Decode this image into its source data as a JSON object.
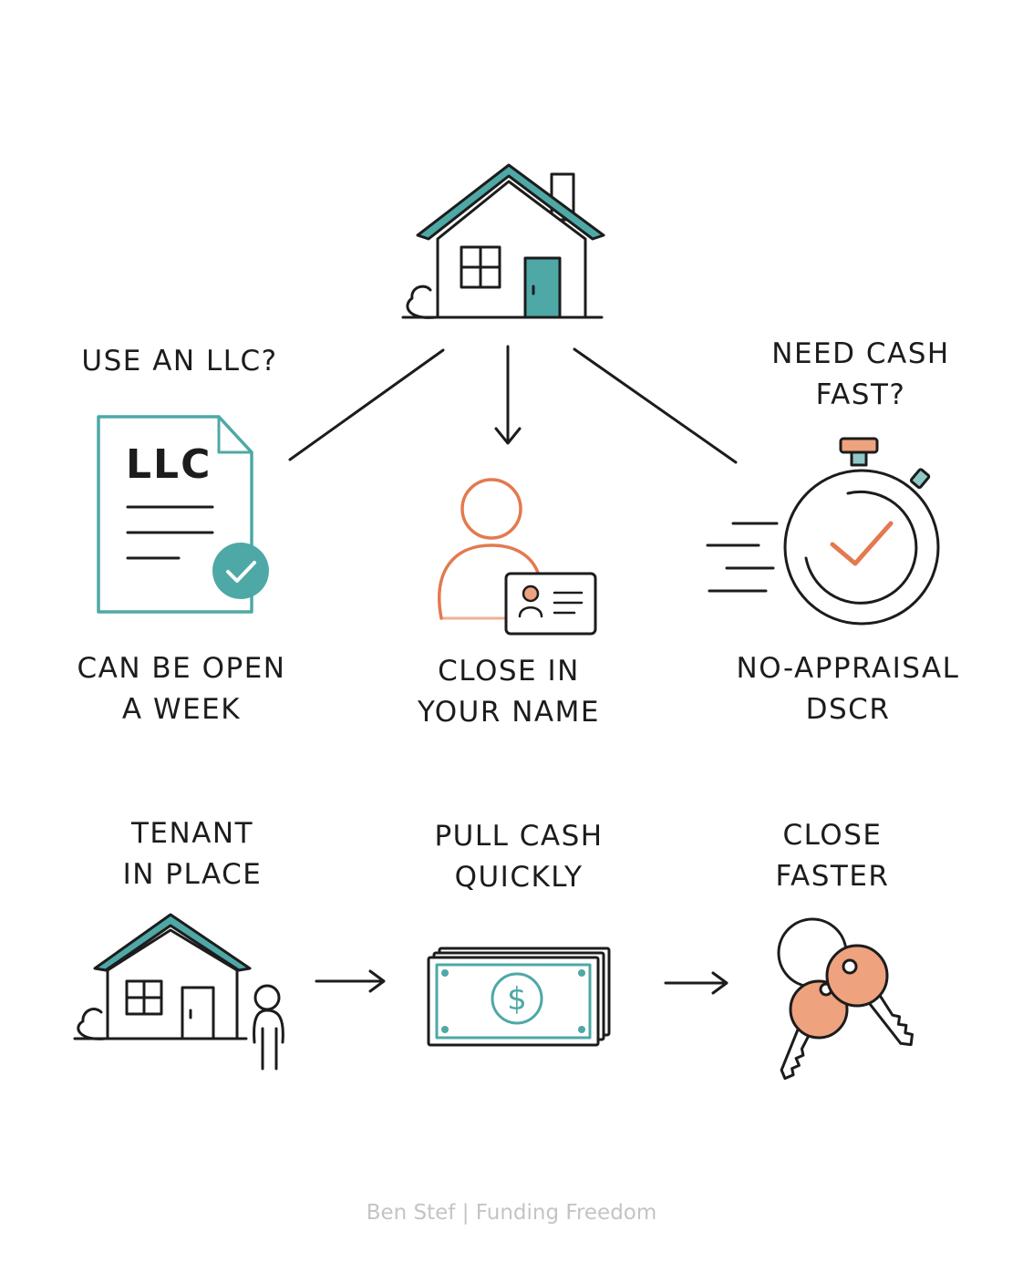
{
  "colors": {
    "teal": "#4ea8a6",
    "teal_light": "#8fc9c6",
    "orange": "#e4794f",
    "orange_fill": "#eea27e",
    "ink": "#1c1c1c",
    "footer_gray": "#c4c4c4"
  },
  "top_left_question": {
    "line1": "USE AN LLC?"
  },
  "top_right_question": {
    "line1": "NEED CASH",
    "line2": "FAST?"
  },
  "llc_doc": {
    "title": "LLC"
  },
  "options": [
    {
      "line1": "CAN BE OPEN",
      "line2": "A WEEK",
      "icon": "llc-document-icon"
    },
    {
      "line1": "CLOSE IN",
      "line2": "YOUR NAME",
      "icon": "person-id-card-icon"
    },
    {
      "line1": "NO-APPRAISAL",
      "line2": "DSCR",
      "icon": "stopwatch-icon"
    }
  ],
  "steps": [
    {
      "line1": "TENANT",
      "line2": "IN PLACE",
      "icon": "house-with-tenant-icon"
    },
    {
      "line1": "PULL CASH",
      "line2": "QUICKLY",
      "icon": "cash-stack-icon"
    },
    {
      "line1": "CLOSE",
      "line2": "FASTER",
      "icon": "keys-icon"
    }
  ],
  "cash_symbol": "$",
  "footer": {
    "credit": "Ben Stef  |  Funding Freedom"
  }
}
